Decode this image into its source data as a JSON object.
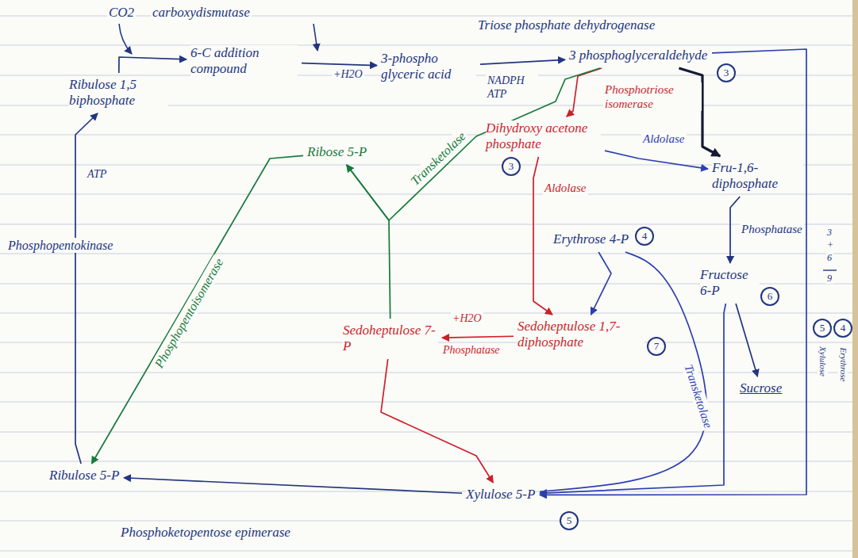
{
  "diagram": {
    "nodes": [
      {
        "text": [
          "Ribulose 1,5 biphosphate"
        ]
      },
      {
        "text": [
          "6-C addition compound"
        ]
      },
      {
        "text": [
          "3-phospho glyceric acid"
        ]
      },
      {
        "text": [
          "3 phosphoglyceraldehyde"
        ]
      },
      {
        "text": [
          "3"
        ]
      },
      {
        "text": [
          "Dihydroxy acetone phosphate"
        ]
      },
      {
        "text": [
          "3"
        ]
      },
      {
        "text": [
          "Fru-1,6-diphosphate"
        ]
      },
      {
        "text": [
          "Ribose 5-P"
        ]
      },
      {
        "text": [
          "Erythrose 4-P"
        ]
      },
      {
        "text": [
          "4"
        ]
      },
      {
        "text": [
          "Fructose 6-P"
        ]
      },
      {
        "text": [
          "6"
        ]
      },
      {
        "text": [
          "5"
        ]
      },
      {
        "text": [
          "4"
        ]
      },
      {
        "text": [
          "Sedoheptulose 1,7-diphosphate"
        ]
      },
      {
        "text": [
          "7"
        ]
      },
      {
        "text": [
          "Sedoheptulose 7-P"
        ]
      },
      {
        "text": [
          "Sucrose"
        ]
      },
      {
        "text": [
          "Ribulose 5-P"
        ]
      },
      {
        "text": [
          "Xylulose 5-P"
        ]
      },
      {
        "text": [
          "5"
        ]
      }
    ],
    "edges": [
      {
        "from": 0,
        "to": 1,
        "arrow": "to"
      },
      {
        "from": 1,
        "to": 2,
        "arrow": "to"
      },
      {
        "from": 2,
        "to": 3,
        "arrow": "to"
      },
      {
        "from": 3,
        "to": 5,
        "arrow": "to"
      },
      {
        "from": 3,
        "to": 7,
        "arrow": "to"
      },
      {
        "from": 5,
        "to": 7,
        "arrow": "to"
      },
      {
        "from": 7,
        "to": 11,
        "arrow": "to"
      },
      {
        "from": 11,
        "to": 18,
        "arrow": "to"
      },
      {
        "from": 5,
        "to": 15,
        "arrow": "to"
      },
      {
        "from": 9,
        "to": 15,
        "arrow": "to"
      },
      {
        "from": 15,
        "to": 17,
        "arrow": "to"
      },
      {
        "from": 17,
        "to": 8,
        "arrow": "to"
      },
      {
        "from": 3,
        "to": 8,
        "arrow": "to"
      },
      {
        "from": 17,
        "to": 20,
        "arrow": "to"
      },
      {
        "from": 8,
        "to": 19,
        "arrow": "to"
      },
      {
        "from": 20,
        "to": 19,
        "arrow": "to"
      },
      {
        "from": 19,
        "to": 0,
        "arrow": "to"
      },
      {
        "from": 3,
        "to": 20,
        "arrow": "to"
      },
      {
        "from": 11,
        "to": 20,
        "arrow": "to"
      },
      {
        "from": 9,
        "to": 20,
        "arrow": "none"
      }
    ],
    "labels": [
      "CO2",
      "carboxydismutase",
      "+H2O",
      "Triose phosphate dehydrogenase",
      "NADPH ATP",
      "Phosphotriose isomerase",
      "Aldolase",
      "Phosphatase",
      "Aldolase",
      "Transketolase",
      "Phosphopentoisomerase",
      "Phosphopentokinase",
      "ATP",
      "+H2O",
      "Phosphatase",
      "Transketolase",
      "Phosphoketopentose epimerase",
      "3",
      "+",
      "6",
      "9",
      "Xylulose",
      "Erythrose"
    ]
  }
}
